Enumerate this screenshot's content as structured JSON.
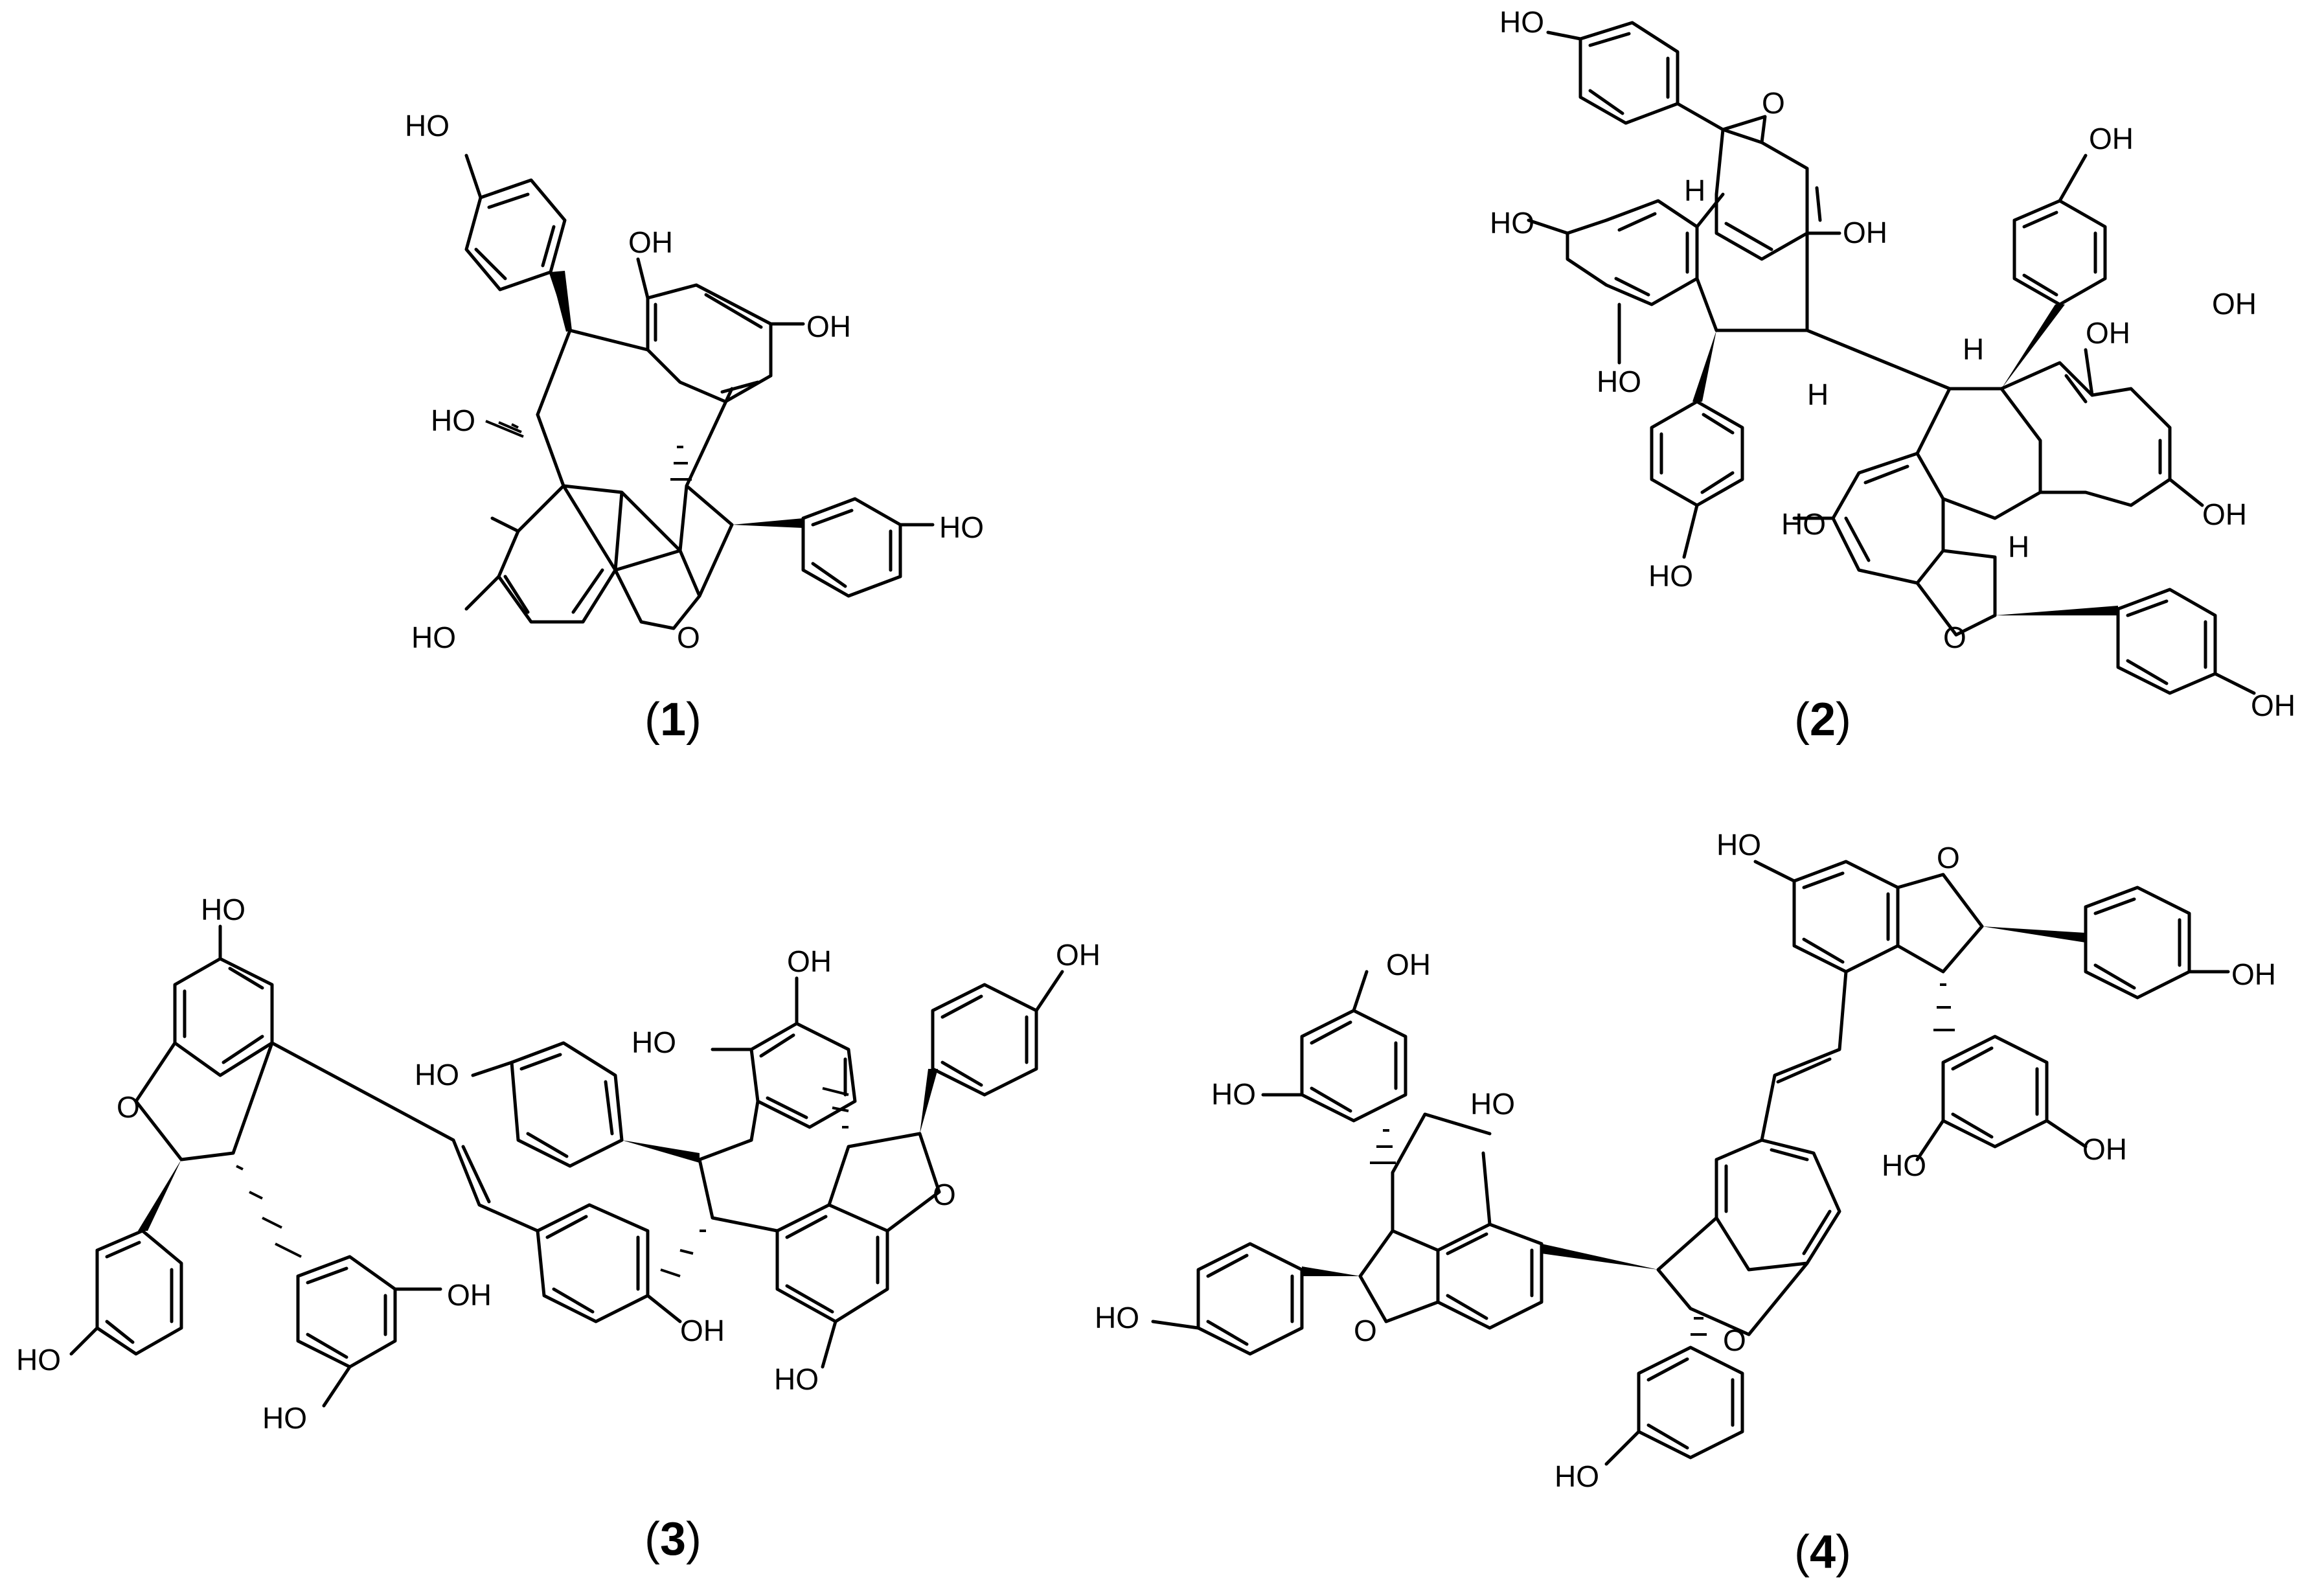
{
  "figure": {
    "molecules": [
      {
        "id": "1",
        "caption": {
          "open": "(",
          "number": "1",
          "close": ")"
        },
        "labels": [
          "HO",
          "HO",
          "OH",
          "HO",
          "OH",
          "HO",
          "O"
        ]
      },
      {
        "id": "2",
        "caption": {
          "open": "(",
          "number": "2",
          "close": ")"
        },
        "labels": [
          "HO",
          "O",
          "H",
          "HO",
          "OH",
          "OH",
          "H",
          "HO",
          "H",
          "OH",
          "OH",
          "HO",
          "HO",
          "H",
          "O",
          "OH",
          "OH"
        ]
      },
      {
        "id": "3",
        "caption": {
          "open": "(",
          "number": "3",
          "close": ")"
        },
        "labels": [
          "HO",
          "OH",
          "OH",
          "HO",
          "HO",
          "O",
          "O",
          "OH",
          "OH",
          "HO",
          "HO",
          "HO"
        ]
      },
      {
        "id": "4",
        "caption": {
          "open": "(",
          "number": "4",
          "close": ")"
        },
        "labels": [
          "HO",
          "O",
          "OH",
          "OH",
          "HO",
          "HO",
          "HO",
          "O",
          "O",
          "OH",
          "HO",
          "HO"
        ]
      }
    ],
    "colors": {
      "ink": "#000000",
      "background": "#ffffff"
    }
  }
}
